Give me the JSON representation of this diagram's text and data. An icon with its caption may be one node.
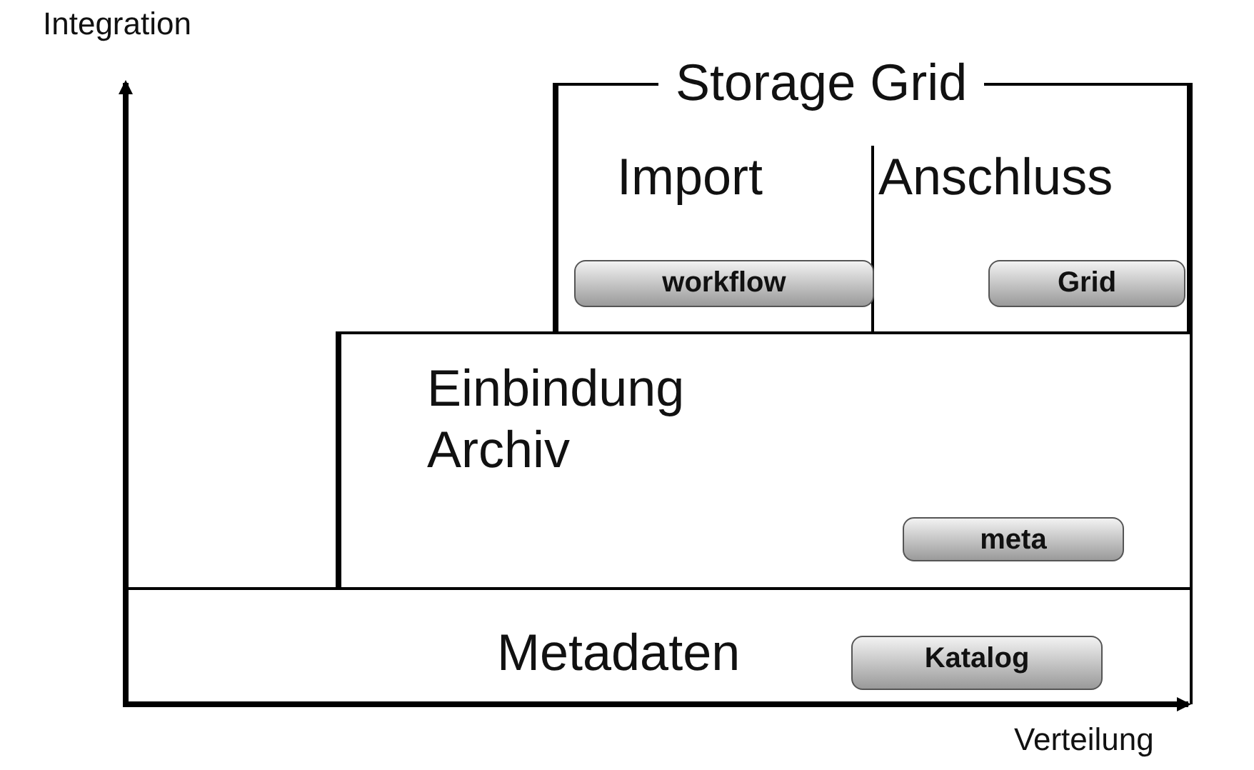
{
  "diagram": {
    "nodes": [
      {
        "text": [
          "Storage Grid"
        ]
      },
      {
        "text": [
          "Import"
        ],
        "in": 0
      },
      {
        "text": [
          "workflow"
        ],
        "in": 1
      },
      {
        "text": [
          "Anschluss"
        ],
        "in": 0
      },
      {
        "text": [
          "Grid"
        ],
        "in": 3
      },
      {
        "text": [
          "Einbindung Archiv"
        ]
      },
      {
        "text": [
          "meta"
        ],
        "in": 5
      },
      {
        "text": [
          "Metadaten"
        ]
      },
      {
        "text": [
          "Katalog"
        ],
        "in": 7
      }
    ],
    "edges": [],
    "labels": [
      "Integration",
      "Verteilung"
    ]
  }
}
